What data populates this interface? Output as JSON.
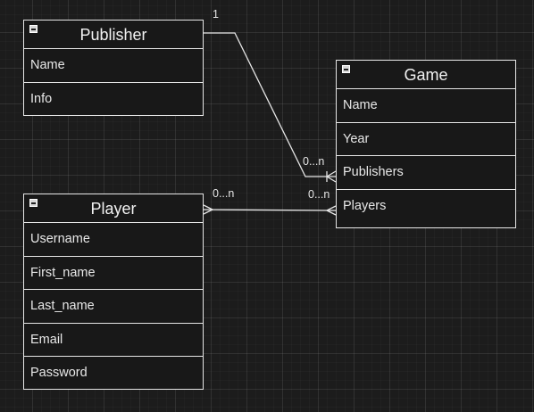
{
  "publisher": {
    "title": "Publisher",
    "attributes": [
      "Name",
      "Info"
    ]
  },
  "game": {
    "title": "Game",
    "attributes": [
      "Name",
      "Year",
      "Publishers",
      "Players"
    ]
  },
  "player": {
    "title": "Player",
    "attributes": [
      "Username",
      "First_name",
      "Last_name",
      "Email",
      "Password"
    ]
  },
  "relations": {
    "publisher_game": {
      "publisher_side": "1",
      "game_side": "0...n"
    },
    "player_game": {
      "player_side": "0...n",
      "game_side": "0...n"
    }
  },
  "colors": {
    "background": "#1c1c1c",
    "stroke": "#e6e6e6",
    "text": "#f0f0f0"
  }
}
